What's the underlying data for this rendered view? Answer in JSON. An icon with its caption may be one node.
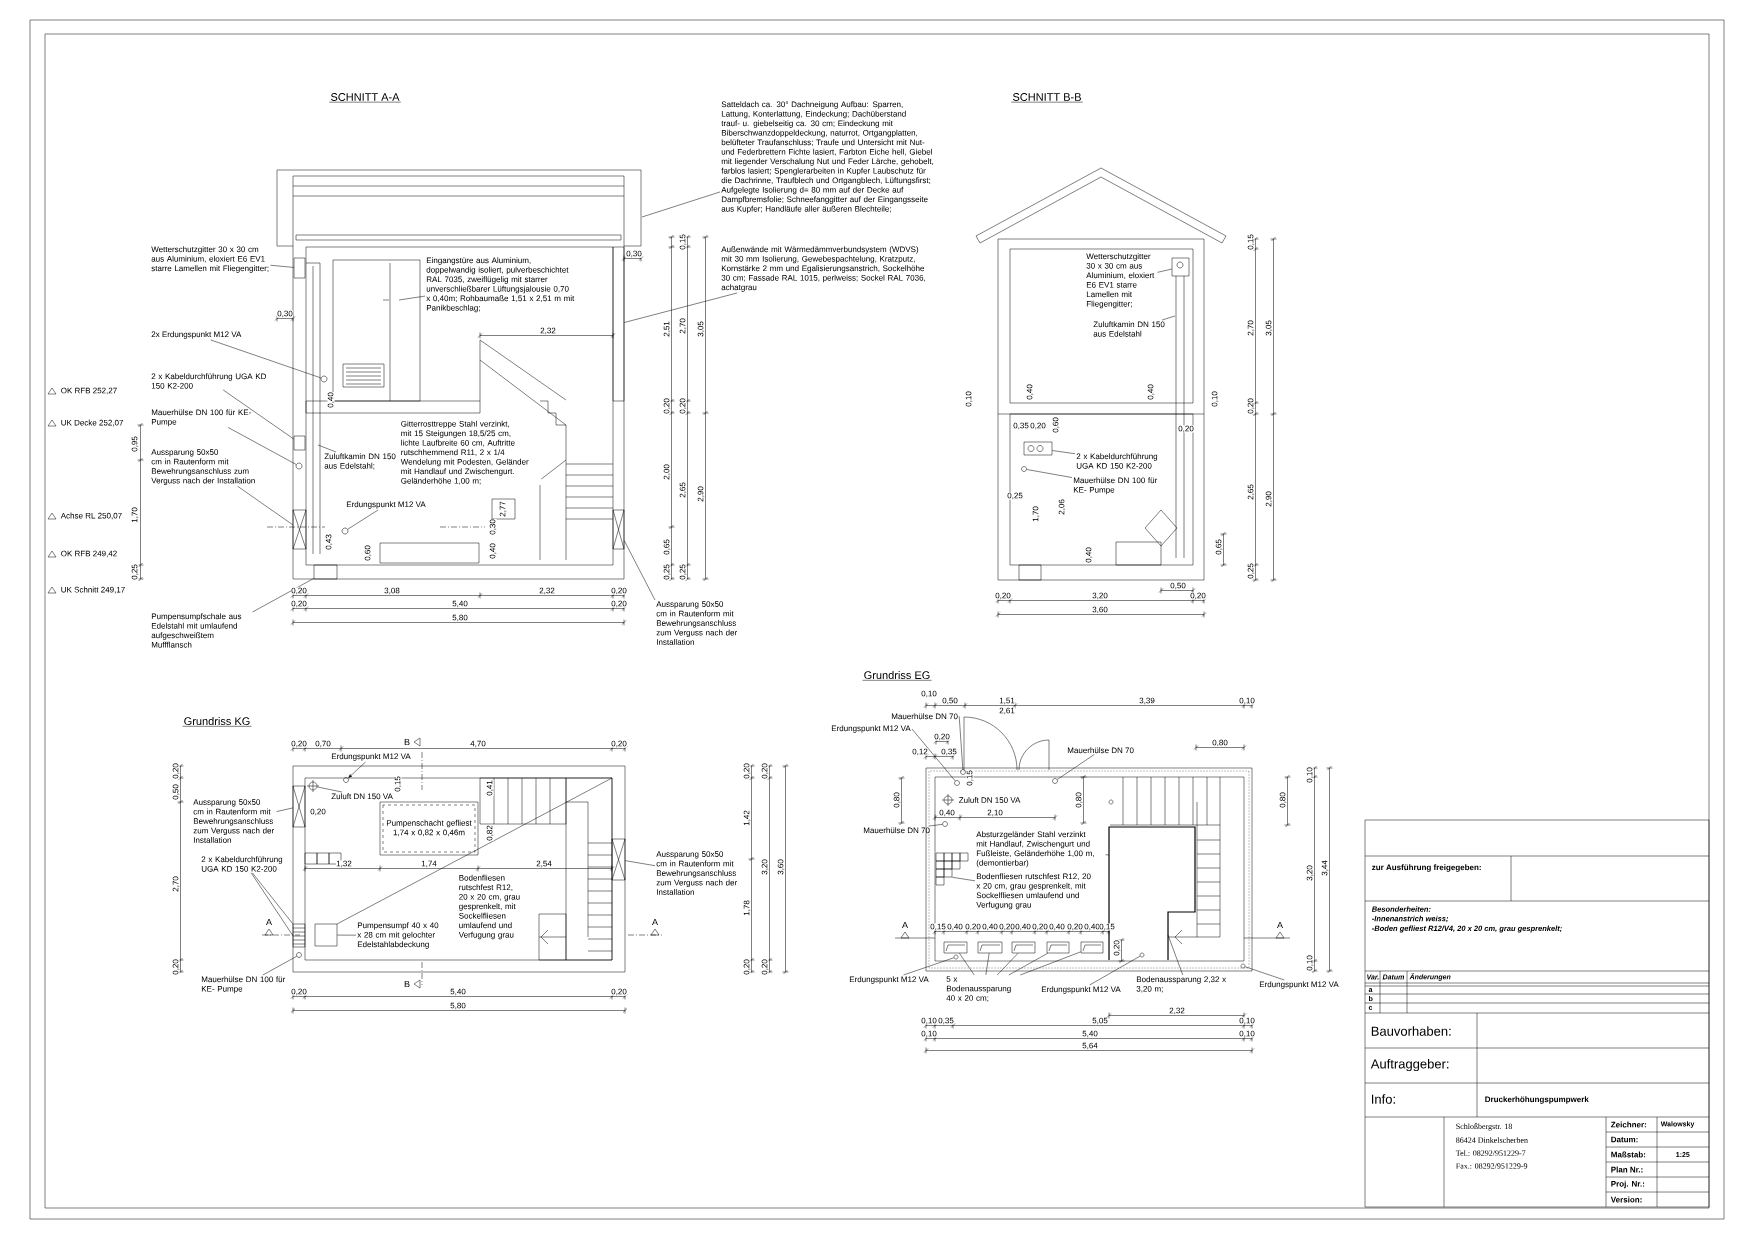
{
  "diagram": {
    "nodes": [
      {
        "text": [
          "Wetterschutzgitter 30 x 30 cm aus Aluminium, eloxiert E6 EV1 starre Lamellen mit Fliegengitter;"
        ]
      },
      {
        "text": [
          "Eingangstüre aus Aluminium, doppelwandig isoliert, pulverbeschichtet RAL 7035, zweiflügelig mit starrer unverschließbarer Lüftungsjalousie 0,70 x 0,40m; Rohbaumaße 1,51 x 2,51 m mit Panikbeschlag;"
        ]
      },
      {
        "text": [
          "2x Erdungspunkt M12 VA"
        ]
      },
      {
        "text": [
          "2 x Kabeldurchführung UGA KD 150 K2-200"
        ]
      },
      {
        "text": [
          "Mauerhülse DN 100 für KE- Pumpe"
        ]
      },
      {
        "text": [
          "Zuluftkamin DN 150 aus Edelstahl;"
        ]
      },
      {
        "text": [
          "Aussparung 50x50 cm in Rautenform mit Bewehrungsanschluss zum Verguss nach der Installation"
        ]
      },
      {
        "text": [
          "Erdungspunkt M12 VA"
        ]
      },
      {
        "text": [
          "Pumpensumpfschale aus Edelstahl mit umlaufend aufgeschweißtem Muffflansch"
        ]
      },
      {
        "text": [
          "Aussparung 50x50 cm in Rautenform mit Bewehrungsanschluss zum Verguss nach der Installation"
        ]
      },
      {
        "text": [
          "Satteldach ca. 30° Dachneigung Aufbau: Sparren, Lattung, Konterlattung, Eindeckung; Dachüberstand trauf- u. giebelseitig ca. 30 cm; Eindeckung mit Biberschwanzdoppeldeckung, naturrot, Ortgangplatten, belüfteter Traufanschluss; Traufe und Untersicht mit Nut- und Federbrettern Fichte lasiert, Farbton Eiche hell, Giebel mit liegender Verschalung Nut und Feder Lärche, gehobelt, farblos lasiert; Spenglerarbeiten in Kupfer Laubschutz für die Dachrinne, Traufblech und Ortgangblech, Lüftungsfirst; Aufgelegte Isolierung d= 80 mm auf der Decke auf Dampfbremsfolie; Schneefanggitter auf der Eingangsseite aus Kupfer; Handläufe aller äußeren Blechteile;"
        ]
      },
      {
        "text": [
          "Außenwände mit Wärmedämmverbundsystem (WDVS) mit 30 mm Isolierung, Gewebespachtelung, Kratzputz, Kornstärke 2 mm und Egalisierungsanstrich, Sockelhöhe 30 cm; Fassade RAL 1015, perlweiss; Sockel RAL 7036, achatgrau"
        ]
      },
      {
        "text": [
          "Wetterschutzgitter 30 x 30 cm aus Aluminium, eloxiert E6 EV1 starre Lamellen mit Fliegengitter;"
        ]
      },
      {
        "text": [
          "Zuluftkamin DN 150 aus Edelstahl"
        ]
      },
      {
        "text": [
          "2 x Kabeldurchführung UGA KD 150 K2-200"
        ]
      },
      {
        "text": [
          "Mauerhülse DN 100 für KE- Pumpe"
        ]
      },
      {
        "text": [
          "Erdungspunkt M12 VA"
        ]
      },
      {
        "text": [
          "Zuluft DN 150 VA"
        ]
      },
      {
        "text": [
          "Aussparung 50x50 cm in Rautenform mit Bewehrungsanschluss zum Verguss nach der Installation"
        ]
      },
      {
        "text": [
          "2 x Kabeldurchführung UGA KD 150 K2-200"
        ]
      },
      {
        "text": [
          "Pumpensumpf 40 x 40 x 28 cm mit gelochter Edelstahlabdeckung"
        ]
      },
      {
        "text": [
          "Mauerhülse DN 100 für KE- Pumpe"
        ]
      },
      {
        "text": [
          "Aussparung 50x50 cm in Rautenform mit Bewehrungsanschluss zum Verguss nach der Installation"
        ]
      },
      {
        "text": [
          "Mauerhülse DN 70"
        ]
      },
      {
        "text": [
          "Erdungspunkt M12 VA"
        ]
      },
      {
        "text": [
          "Mauerhülse DN 70"
        ]
      },
      {
        "text": [
          "Mauerhülse DN 70"
        ]
      },
      {
        "text": [
          "Absturzgeländer Stahl verzinkt mit Handlauf, Zwischengurt und Fußleiste, Geländerhöhe 1,00 m, (demontierbar)"
        ]
      },
      {
        "text": [
          "Bodenfliesen rutschfest R12, 20 x 20 cm, grau gesprenkelt, mit Sockelfliesen umlaufend und Verfugung grau"
        ]
      },
      {
        "text": [
          "Erdungspunkt M12 VA"
        ]
      },
      {
        "text": [
          "5 x Bodenaussparung 40 x 20 cm;"
        ]
      },
      {
        "text": [
          "Erdungspunkt M12 VA"
        ]
      },
      {
        "text": [
          "Erdungspunkt M12 VA"
        ]
      },
      {
        "text": [
          "Bodenaussparung 2,32 x 3,20 m;"
        ]
      },
      {
        "text": [],
        "shape": "box"
      },
      {
        "text": [],
        "shape": "circle"
      },
      {
        "text": [],
        "shape": "box"
      },
      {
        "text": [],
        "shape": "circle"
      },
      {
        "text": [],
        "shape": "box"
      },
      {
        "text": [],
        "shape": "circle"
      },
      {
        "text": [],
        "shape": "box"
      },
      {
        "text": [],
        "shape": "box"
      },
      {
        "text": [],
        "shape": "bar"
      },
      {
        "text": [],
        "shape": "box"
      },
      {
        "text": [],
        "shape": "box"
      },
      {
        "text": [],
        "shape": "circle"
      },
      {
        "text": [],
        "shape": "circle"
      },
      {
        "text": [],
        "shape": "circle"
      },
      {
        "text": [],
        "shape": "box"
      },
      {
        "text": [],
        "shape": "box"
      },
      {
        "text": [],
        "shape": "box"
      },
      {
        "text": [],
        "shape": "circle"
      },
      {
        "text": [],
        "shape": "box"
      },
      {
        "text": [],
        "shape": "circle"
      },
      {
        "text": [],
        "shape": "circle"
      },
      {
        "text": [],
        "shape": "circle"
      },
      {
        "text": [],
        "shape": "circle"
      },
      {
        "text": [],
        "shape": "box"
      },
      {
        "text": [],
        "shape": "circle"
      },
      {
        "text": [],
        "shape": "box"
      },
      {
        "text": [],
        "shape": "box"
      },
      {
        "text": [],
        "shape": "box"
      },
      {
        "text": [],
        "shape": "box"
      },
      {
        "text": [],
        "shape": "box"
      },
      {
        "text": [],
        "shape": "circle"
      },
      {
        "text": [],
        "shape": "circle"
      }
    ],
    "edges": [
      {
        "from": 0,
        "to": 34,
        "arrow": "none"
      },
      {
        "from": 1,
        "to": null,
        "arrow": "none"
      },
      {
        "from": 2,
        "to": 35,
        "arrow": "none"
      },
      {
        "from": 3,
        "to": 36,
        "arrow": "none"
      },
      {
        "from": 4,
        "to": 37,
        "arrow": "none"
      },
      {
        "from": 5,
        "to": null,
        "arrow": "none"
      },
      {
        "from": 6,
        "to": 38,
        "arrow": "none"
      },
      {
        "from": 7,
        "to": 39,
        "arrow": "none"
      },
      {
        "from": 8,
        "to": 40,
        "arrow": "none"
      },
      {
        "from": 9,
        "to": 41,
        "arrow": "none"
      },
      {
        "from": 10,
        "to": null,
        "arrow": "none"
      },
      {
        "from": 11,
        "to": 42,
        "arrow": "none"
      },
      {
        "from": 12,
        "to": 43,
        "arrow": "none"
      },
      {
        "from": 13,
        "to": null,
        "arrow": "none"
      },
      {
        "from": 14,
        "to": 44,
        "arrow": "none"
      },
      {
        "from": 15,
        "to": 45,
        "arrow": "none"
      },
      {
        "from": 16,
        "to": 46,
        "arrow": "to"
      },
      {
        "from": 17,
        "to": 47,
        "arrow": "none"
      },
      {
        "from": 18,
        "to": 48,
        "arrow": "none"
      },
      {
        "from": 19,
        "to": 49,
        "arrow": "none"
      },
      {
        "from": 19,
        "to": 49,
        "arrow": "none"
      },
      {
        "from": 20,
        "to": 50,
        "arrow": "none"
      },
      {
        "from": 21,
        "to": 51,
        "arrow": "none"
      },
      {
        "from": 22,
        "to": 52,
        "arrow": "none"
      },
      {
        "from": 23,
        "to": 53,
        "arrow": "none"
      },
      {
        "from": 24,
        "to": 54,
        "arrow": "none"
      },
      {
        "from": 25,
        "to": 55,
        "arrow": "none"
      },
      {
        "from": 26,
        "to": 56,
        "arrow": "none"
      },
      {
        "from": 27,
        "to": null,
        "arrow": "none"
      },
      {
        "from": 28,
        "to": 57,
        "arrow": "none"
      },
      {
        "from": 29,
        "to": 58,
        "arrow": "none"
      },
      {
        "from": 30,
        "to": 59,
        "arrow": "none"
      },
      {
        "from": 30,
        "to": 60,
        "arrow": "none"
      },
      {
        "from": 30,
        "to": 61,
        "arrow": "none"
      },
      {
        "from": 30,
        "to": 62,
        "arrow": "none"
      },
      {
        "from": 30,
        "to": 63,
        "arrow": "none"
      },
      {
        "from": 31,
        "to": 64,
        "arrow": "none"
      },
      {
        "from": 32,
        "to": 65,
        "arrow": "none"
      },
      {
        "from": 33,
        "to": null,
        "arrow": "none"
      }
    ],
    "labels": [
      "SCHNITT A-A",
      "SCHNITT B-B",
      "0,15",
      "0,30",
      "0,30",
      "2,32",
      "2,51",
      "2,70",
      "3,05",
      "OK RFB 252,27",
      "0,40",
      "0,20",
      "0,20",
      "UK Decke 252,07",
      "0,95",
      "Gitterrosttreppe Stahl verzinkt, mit 15 Steigungen 18,5/25 cm, lichte Laufbreite 60 cm, Auftritte rutschhemmend R11, 2 x 1/4 Wendelung mit Podesten, Geländer mit Handlauf und Zwischengurt. Geländerhöhe 1,00 m;",
      "2,00",
      "2,65",
      "2,90",
      "Achse RL 250,07",
      "1,70",
      "2,77",
      "0,43",
      "0,30",
      "OK RFB 249,42",
      "0,60",
      "0,40",
      "0,65",
      "0,25",
      "0,25",
      "0,25",
      "UK Schnitt 249,17",
      "0,20",
      "3,08",
      "2,32",
      "0,20",
      "0,20",
      "5,40",
      "0,20",
      "5,80",
      "0,15",
      "2,70",
      "3,05",
      "0,10",
      "0,40",
      "0,40",
      "0,10",
      "0,20",
      "0,35",
      "0,20",
      "0,60",
      "0,20",
      "0,25",
      "1,70",
      "2,06",
      "2,65",
      "2,90",
      "0,40",
      "0,65",
      "0,25",
      "0,50",
      "0,20",
      "3,20",
      "0,20",
      "3,60",
      "Grundriss KG",
      "0,20",
      "0,70",
      "B",
      "4,70",
      "0,20",
      "0,20",
      "0,20",
      "0,20",
      "0,50",
      "0,15",
      "0,41",
      "0,20",
      "1,42",
      "Pumpenschacht gefliest 1,74 x 0,82 x 0,46m",
      "0,82",
      "1,32",
      "1,74",
      "2,54",
      "3,20",
      "3,60",
      "2,70",
      "Bodenfliesen rutschfest R12, 20 x 20 cm, grau gesprenkelt, mit Sockelfliesen umlaufend und Verfugung grau",
      "1,78",
      "A",
      "A",
      "0,20",
      "0,20",
      "0,20",
      "B",
      "0,20",
      "5,40",
      "0,20",
      "5,80",
      "Grundriss EG",
      "0,10",
      "0,50",
      "1,51",
      "3,39",
      "0,10",
      "2,61",
      "0,20",
      "0,80",
      "0,12",
      "0,35",
      "0,15",
      "0,10",
      "0,80",
      "Zuluft DN 150 VA",
      "0,80",
      "0,80",
      "0,40",
      "2,10",
      "3,20",
      "3,44",
      "A",
      "0,15",
      "0,40",
      "0,20",
      "0,40",
      "0,20",
      "0,40",
      "0,20",
      "0,40",
      "0,20",
      "0,40",
      "0,15",
      "A",
      "0,20",
      "0,10",
      "2,32",
      "0,10",
      "0,35",
      "5,05",
      "0,10",
      "0,10",
      "5,40",
      "0,10",
      "5,64",
      "zur Ausführung freigegeben:",
      "Besonderheiten:",
      "-Innenanstrich weiss;",
      "-Boden gefliest R12/V4, 20 x 20 cm, grau gesprenkelt;",
      "Var.",
      "Datum",
      "Änderungen",
      "a",
      "b",
      "c",
      "Bauvorhaben:",
      "Auftraggeber:",
      "Info:",
      "Druckerhöhungspumpwerk",
      "Schloßbergstr. 18",
      "Zeichner:",
      "Walowsky",
      "86424 Dinkelscherben",
      "Datum:",
      "Tel.: 08292/951229-7",
      "Maßstab:",
      "1:25",
      "Fax.: 08292/951229-9",
      "Plan Nr.:",
      "Proj. Nr.:",
      "Version:"
    ]
  }
}
